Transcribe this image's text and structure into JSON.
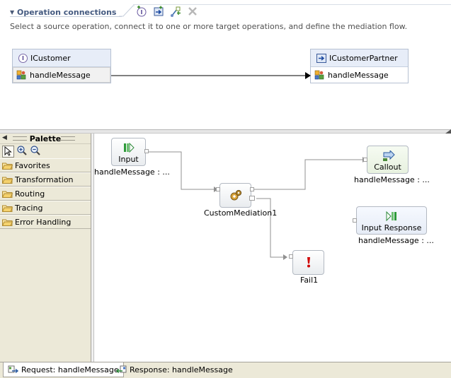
{
  "operation_connections": {
    "title": "Operation connections",
    "description": "Select a source operation, connect it to one or more target operations, and define the mediation flow.",
    "source_interface": {
      "name": "ICustomer",
      "badge": "I",
      "operation": "handleMessage"
    },
    "target_interface": {
      "name": "ICustomerPartner",
      "operation": "handleMessage"
    },
    "toolbar_icons": [
      "add-interface-icon",
      "add-reference-icon",
      "connect-icon",
      "delete-icon"
    ]
  },
  "palette": {
    "title": "Palette",
    "tools": [
      "select-arrow-icon",
      "zoom-in-icon",
      "zoom-out-icon"
    ],
    "drawers": [
      "Favorites",
      "Transformation",
      "Routing",
      "Tracing",
      "Error Handling"
    ]
  },
  "flow": {
    "input": {
      "label": "Input",
      "caption": "handleMessage : ..."
    },
    "mediation": {
      "caption": "CustomMediation1"
    },
    "callout": {
      "label": "Callout",
      "caption": "handleMessage : ..."
    },
    "input_response": {
      "label": "Input Response",
      "caption": "handleMessage : ..."
    },
    "fail": {
      "caption": "Fail1"
    }
  },
  "tabs": {
    "request": "Request: handleMessage",
    "response": "Response: handleMessage"
  },
  "colors": {
    "section_title": "#445a80",
    "interface_header": "#e7edf8",
    "palette_bg": "#ece9d8",
    "fail_red": "#d00000",
    "callout_bg": "#eef6e8"
  }
}
